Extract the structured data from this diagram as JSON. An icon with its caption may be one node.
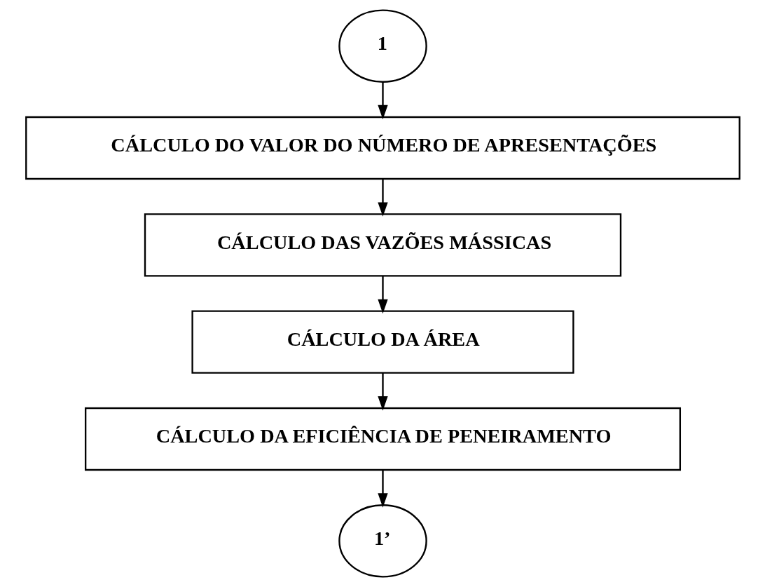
{
  "diagram": {
    "nodes": [
      {
        "text": [
          "1"
        ]
      },
      {
        "text": [
          "CÁLCULO DO VALOR DO NÚMERO DE APRESENTAÇÕES"
        ]
      },
      {
        "text": [
          "CÁLCULO DAS VAZÕES MÁSSICAS"
        ]
      },
      {
        "text": [
          "CÁLCULO DA ÁREA"
        ]
      },
      {
        "text": [
          "CÁLCULO DA EFICIÊNCIA DE PENEIRAMENTO"
        ]
      },
      {
        "text": [
          "1’"
        ]
      }
    ],
    "edges": [
      {
        "from": 0,
        "to": 1,
        "arrow": "to"
      },
      {
        "from": 1,
        "to": 2,
        "arrow": "to"
      },
      {
        "from": 2,
        "to": 3,
        "arrow": "to"
      },
      {
        "from": 3,
        "to": 4,
        "arrow": "to"
      },
      {
        "from": 4,
        "to": 5,
        "arrow": "to"
      }
    ]
  }
}
